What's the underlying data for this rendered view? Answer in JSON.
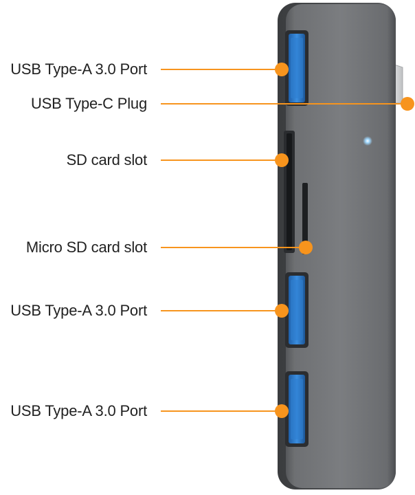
{
  "callouts": [
    {
      "id": "usb-a-port-1",
      "label": "USB Type-A 3.0 Port"
    },
    {
      "id": "usb-c-plug",
      "label": "USB Type-C Plug"
    },
    {
      "id": "sd-card-slot",
      "label": "SD card slot"
    },
    {
      "id": "micro-sd-card-slot",
      "label": "Micro SD card slot"
    },
    {
      "id": "usb-a-port-2",
      "label": "USB Type-A 3.0 Port"
    },
    {
      "id": "usb-a-port-3",
      "label": "USB Type-A 3.0 Port"
    }
  ],
  "colors": {
    "accent": "#f7941d",
    "hub_body": "#6b6d70",
    "usb_port_blue": "#2f7fd0",
    "status_led": "#9fd8ff"
  }
}
